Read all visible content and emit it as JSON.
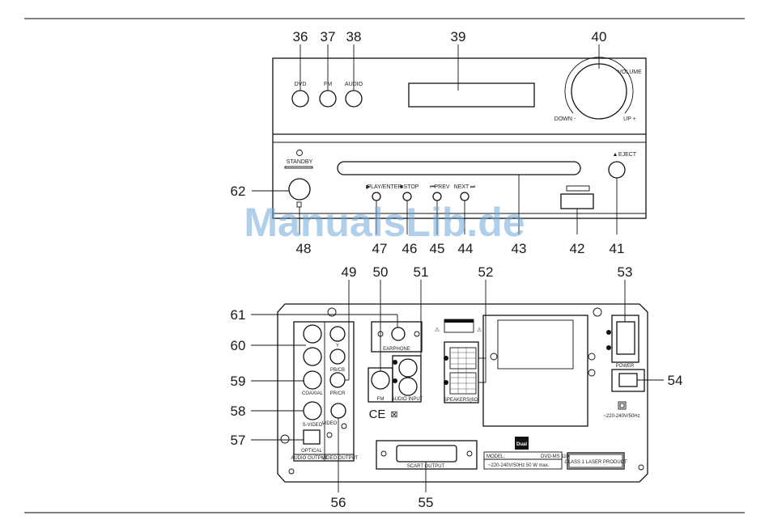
{
  "callouts": {
    "c36": "36",
    "c37": "37",
    "c38": "38",
    "c39": "39",
    "c40": "40",
    "c41": "41",
    "c42": "42",
    "c43": "43",
    "c44": "44",
    "c45": "45",
    "c46": "46",
    "c47": "47",
    "c48": "48",
    "c49": "49",
    "c50": "50",
    "c51": "51",
    "c52": "52",
    "c53": "53",
    "c54": "54",
    "c55": "55",
    "c56": "56",
    "c57": "57",
    "c58": "58",
    "c59": "59",
    "c60": "60",
    "c61": "61",
    "c62": "62"
  },
  "front": {
    "dvd": "DVD",
    "fm": "FM",
    "audio": "AUDIO",
    "volume": "VOLUME",
    "down": "DOWN -",
    "up": "UP +",
    "standby": "STANDBY",
    "eject": "EJECT",
    "play_enter": "PLAY/ENTER",
    "stop": "STOP",
    "prev": "PREV",
    "next": "NEXT"
  },
  "back": {
    "earphone": "EARPHONE",
    "fm": "FM",
    "audio_input": "AUDIO INPUT",
    "speakers": "SPEAKERS(6Ω)",
    "power": "POWER",
    "voltage_small": "~220-240V/50Hz",
    "coaxial": "COAXIAL",
    "optical": "OPTICAL",
    "s_video": "S-VIDEO",
    "video": "VIDEO",
    "audio_output": "AUDIO OUTPUT",
    "video_output": "VIDEO OUTPUT",
    "scart_output": "SCART OUTPUT",
    "brand": "Dual",
    "model_label": "MODEL:",
    "model_value": "DVD-MS 110",
    "rating": "~220-240V/50Hz    50 W max.",
    "laser": "CLASS 1 LASER PRODUCT",
    "ce": "CE",
    "jack_y": "Y",
    "jack_pb": "PB/CB",
    "jack_pr": "PR/CR"
  },
  "watermark": "ManualsLib.de"
}
